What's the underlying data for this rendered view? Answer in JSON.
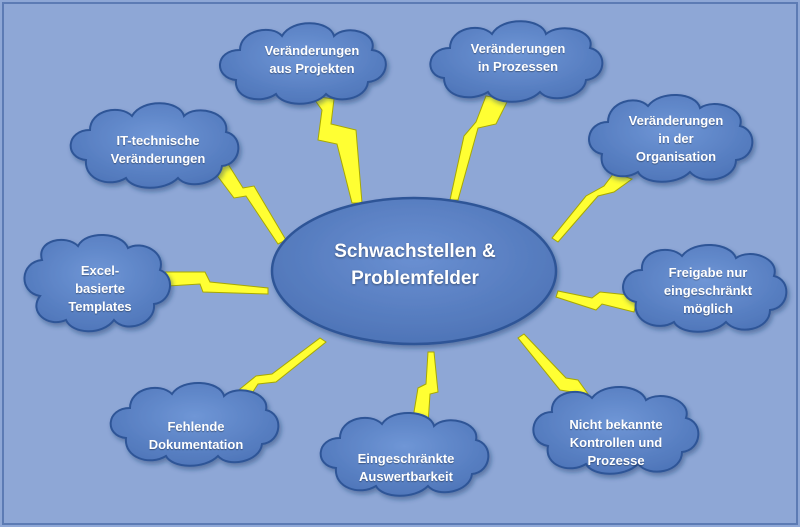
{
  "colors": {
    "background": "#8ea7d6",
    "frame": "#7f9ccf",
    "cloud_fill": "#5a82c6",
    "cloud_stroke": "#2f5597",
    "center_fill": "#5a82c6",
    "lightning": "#ffff33",
    "text": "#ffffff"
  },
  "center": {
    "lines": [
      "Schwachstellen &",
      "Problemfelder"
    ]
  },
  "clouds": [
    {
      "id": "projekte",
      "lines": [
        "Veränderungen",
        "aus Projekten"
      ]
    },
    {
      "id": "prozesse",
      "lines": [
        "Veränderungen",
        "in Prozessen"
      ]
    },
    {
      "id": "organisation",
      "lines": [
        "Veränderungen",
        "in der",
        "Organisation"
      ]
    },
    {
      "id": "it",
      "lines": [
        "IT-technische",
        "Veränderungen"
      ]
    },
    {
      "id": "excel",
      "lines": [
        "Excel-",
        "basierte",
        "Templates"
      ]
    },
    {
      "id": "freigabe",
      "lines": [
        "Freigabe nur",
        "eingeschränkt",
        "möglich"
      ]
    },
    {
      "id": "dokumentation",
      "lines": [
        "Fehlende",
        "Dokumentation"
      ]
    },
    {
      "id": "auswertbarkeit",
      "lines": [
        "Eingeschränkte",
        "Auswertbarkeit"
      ]
    },
    {
      "id": "kontrollen",
      "lines": [
        "Nicht bekannte",
        "Kontrollen und",
        "Prozesse"
      ]
    }
  ]
}
